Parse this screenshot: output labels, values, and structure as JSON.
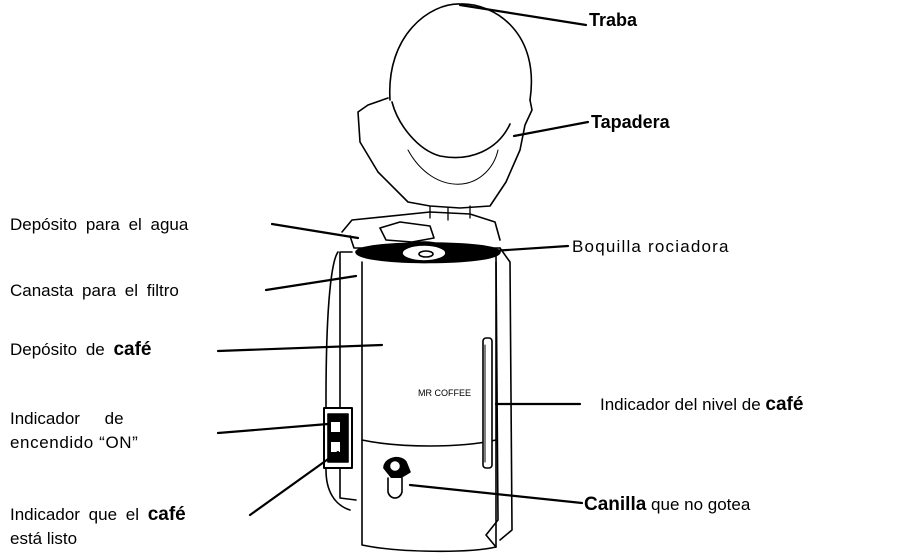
{
  "labels": {
    "traba": "Traba",
    "tapadera": "Tapadera",
    "deposito_agua": "Depósito para el agua",
    "boquilla": "Boquilla rociadora",
    "canasta": "Canasta para el filtro",
    "deposito_cafe_pre": "Depósito de",
    "deposito_cafe_bold": "café",
    "indicador_on_line1": "Indicador de",
    "indicador_on_line2": "encendido “ON”",
    "nivel_pre": "Indicador del nivel de",
    "nivel_bold": "café",
    "listo_pre": "Indicador que el",
    "listo_bold": "café",
    "listo_line2": "está listo",
    "canilla_bold": "Canilla",
    "canilla_post": "que no gotea"
  },
  "brand": "MR COFFEE"
}
